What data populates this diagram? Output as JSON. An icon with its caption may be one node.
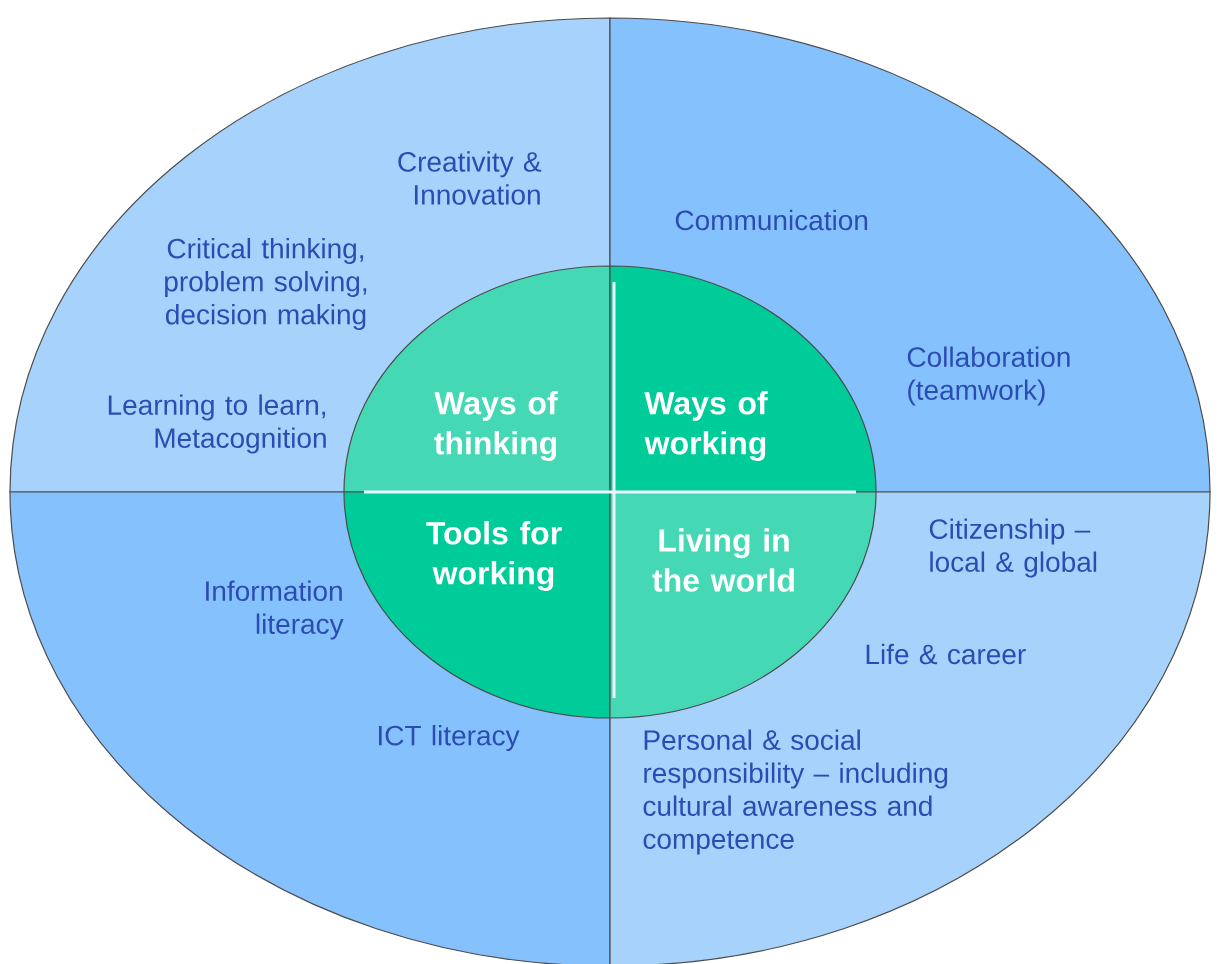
{
  "diagram": {
    "nodes": [
      {
        "text": [
          "Creativity & Innovation",
          "Critical thinking, problem solving, decision making",
          "Learning to learn, Metacognition"
        ]
      },
      {
        "text": [
          "Ways of thinking"
        ],
        "in": 0
      },
      {
        "text": [
          "Communication",
          "Collaboration (teamwork)"
        ]
      },
      {
        "text": [
          "Ways of working"
        ],
        "in": 2
      },
      {
        "text": [
          "Information literacy",
          "ICT literacy"
        ]
      },
      {
        "text": [
          "Tools for working"
        ],
        "in": 4
      },
      {
        "text": [
          "Citizenship – local & global",
          "Life & career",
          "Personal & social responsibility – including cultural awareness and competence"
        ]
      },
      {
        "text": [
          "Living in the world"
        ],
        "in": 6
      }
    ]
  }
}
